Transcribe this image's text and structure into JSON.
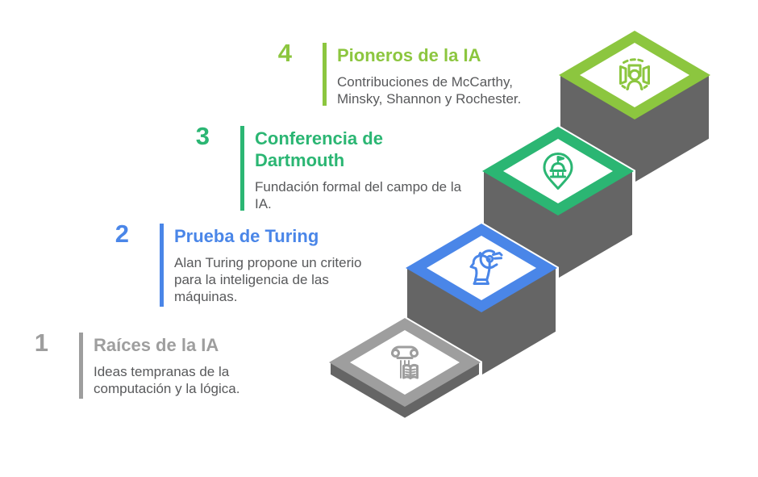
{
  "palette": {
    "background": "#FFFFFF",
    "block": "#656565",
    "plate_inner": "#FFFFFF",
    "body_text": "#58595B"
  },
  "steps": [
    {
      "number": "1",
      "title": "Raíces de la IA",
      "description": "Ideas tempranas de la computación y la lógica.",
      "color": "#9E9E9E",
      "icon": "column-book-icon"
    },
    {
      "number": "2",
      "title": "Prueba de Turing",
      "description": "Alan Turing propone un criterio para la inteligencia de las máquinas.",
      "color": "#4A86E8",
      "icon": "chess-knight-robot-icon"
    },
    {
      "number": "3",
      "title": "Conferencia de Dartmouth",
      "description": "Fundación formal del campo de la IA.",
      "color": "#2BB673",
      "icon": "landmark-pin-icon"
    },
    {
      "number": "4",
      "title": "Pioneros de la IA",
      "description": "Contribuciones de McCarthy, Minsky, Shannon y Rochester.",
      "color": "#8CC63F",
      "icon": "panorama-person-icon"
    }
  ]
}
